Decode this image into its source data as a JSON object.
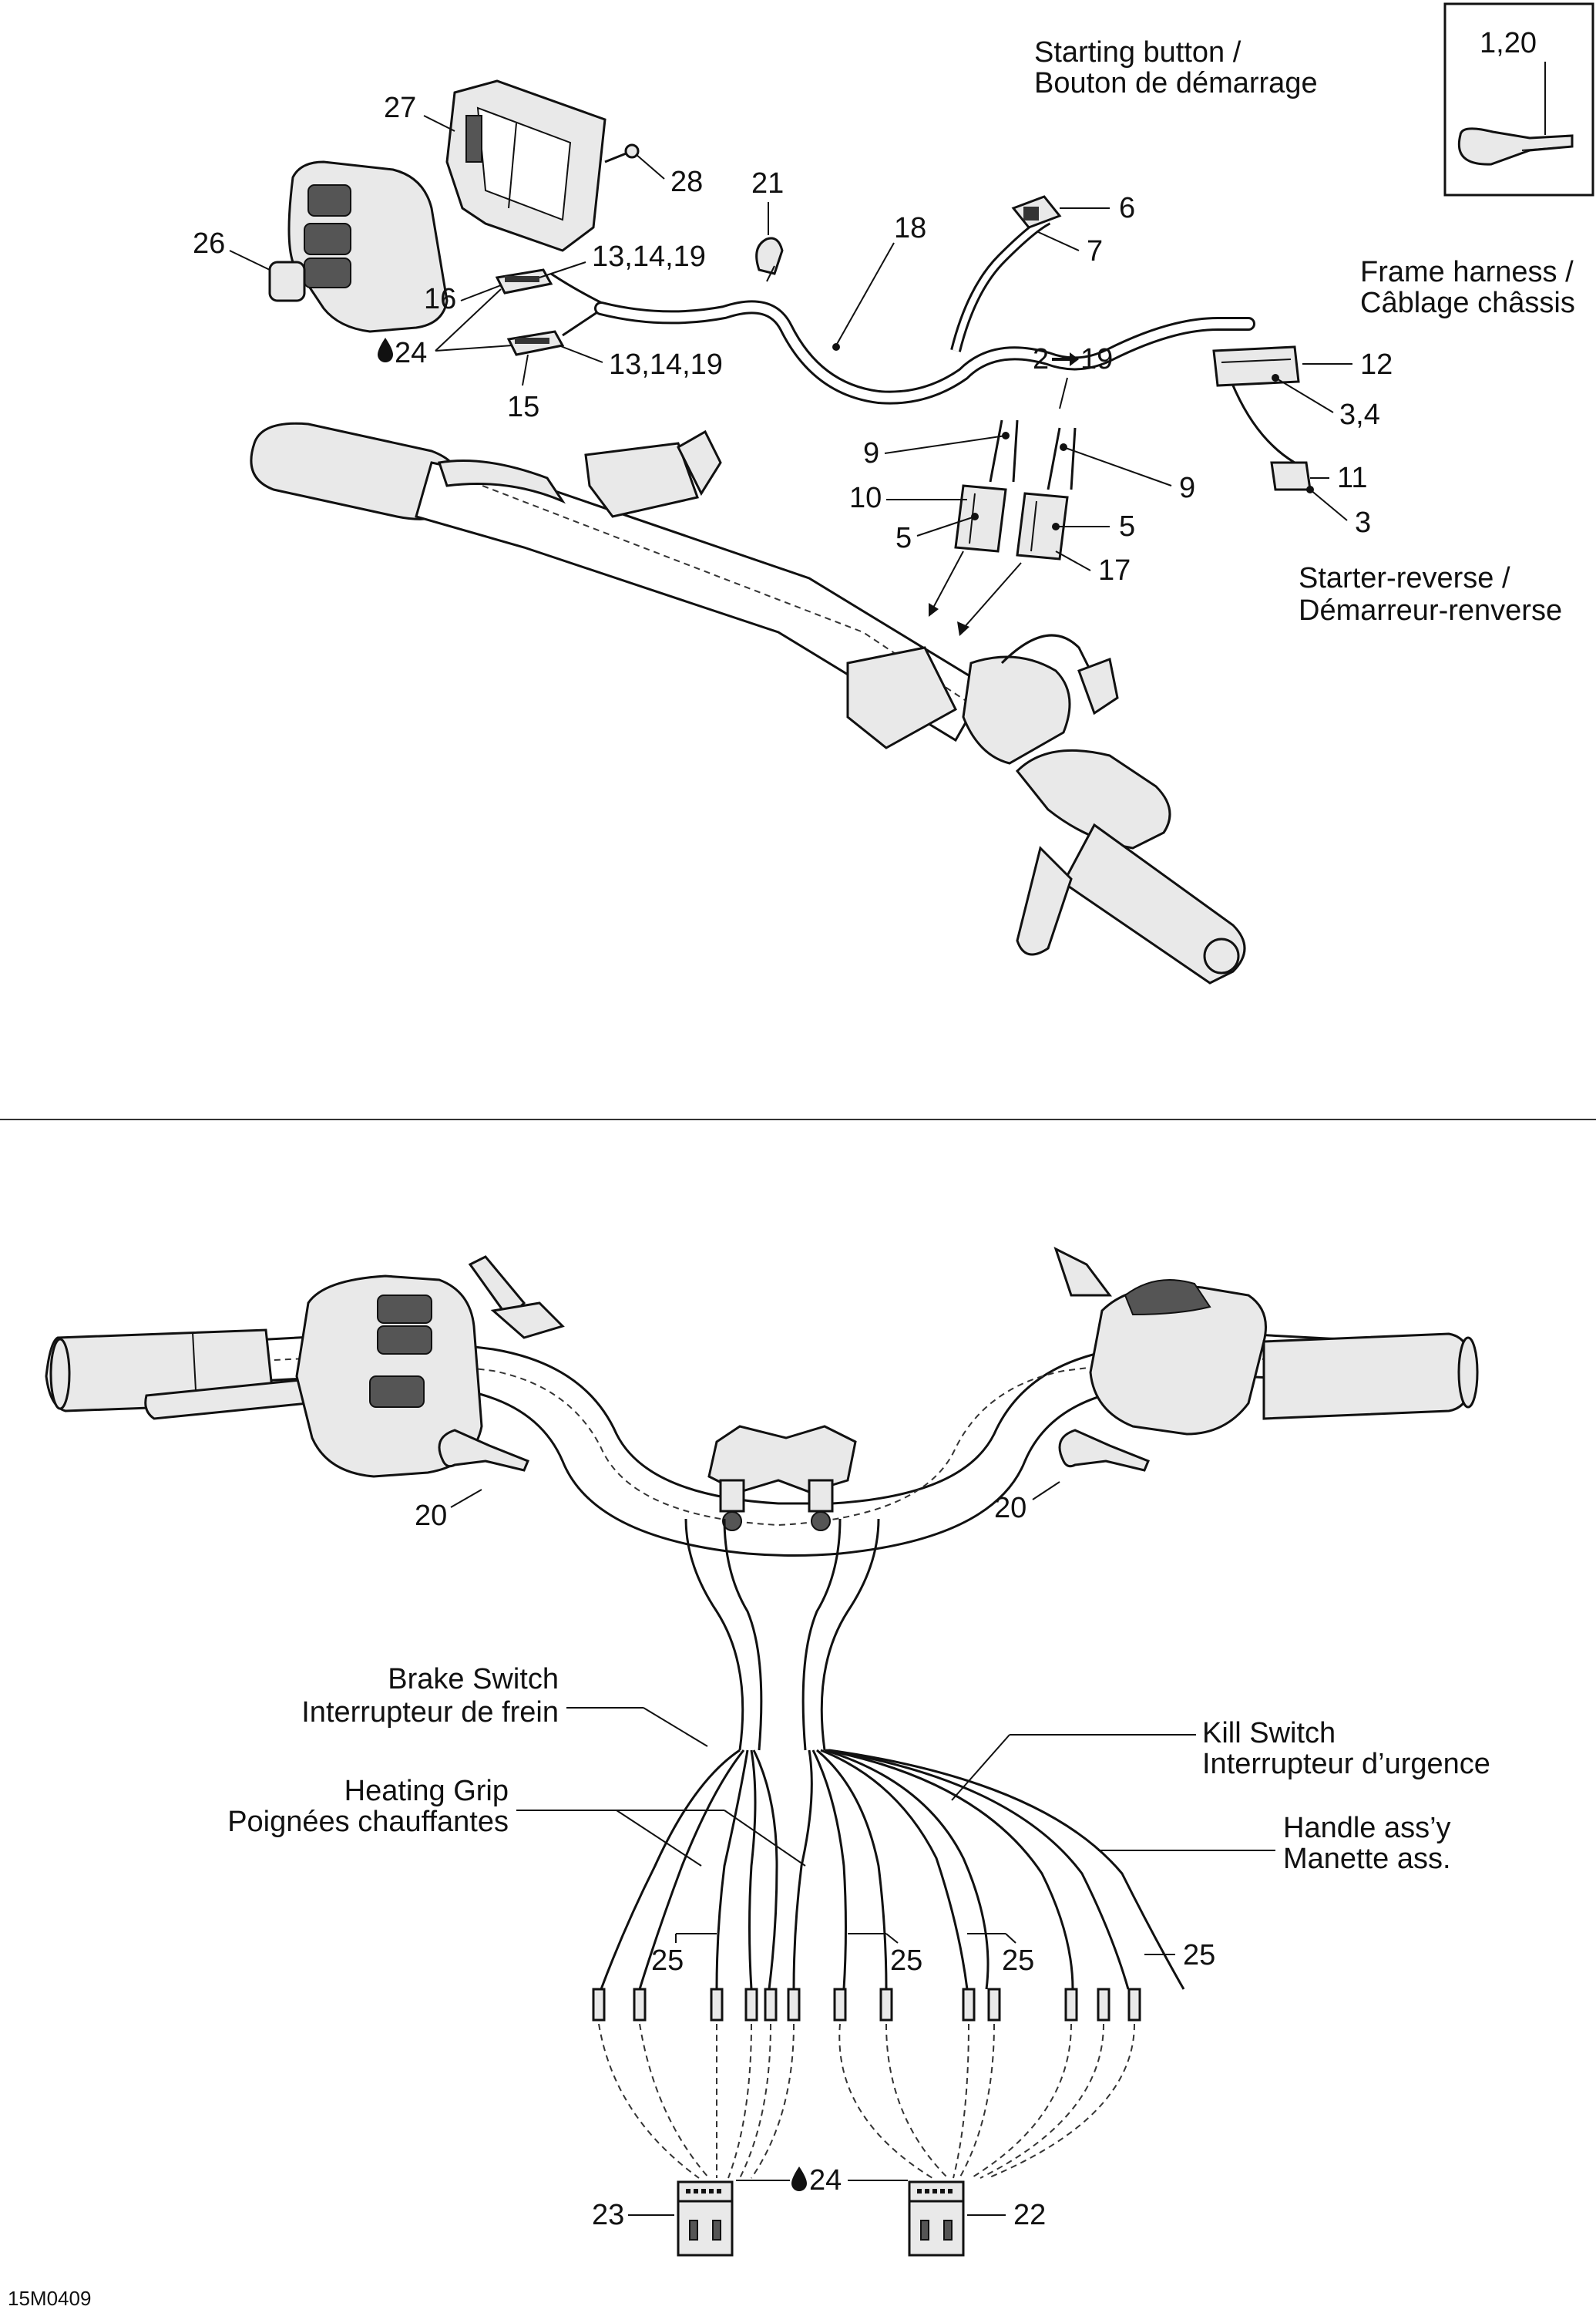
{
  "figure_code": "15M0409",
  "top_diagram": {
    "texts": {
      "starting_button_en": "Starting button /",
      "starting_button_fr": "Bouton de démarrage",
      "frame_harness_en": "Frame harness /",
      "frame_harness_fr": "Câblage châssis",
      "starter_reverse_en": "Starter-reverse /",
      "starter_reverse_fr": "Démarreur-renverse",
      "inset_ref": "1,20"
    },
    "callouts": {
      "c27": "27",
      "c28": "28",
      "c26": "26",
      "c21": "21",
      "c18": "18",
      "c6": "6",
      "c7": "7",
      "c131419a": "13,14,19",
      "c16": "16",
      "c24": "24",
      "c131419b": "13,14,19",
      "c15": "15",
      "c2to19": "2",
      "c2to19b": "19",
      "c12": "12",
      "c34": "3,4",
      "c9a": "9",
      "c9b": "9",
      "c11": "11",
      "c10": "10",
      "c5a": "5",
      "c5b": "5",
      "c3": "3",
      "c17": "17"
    }
  },
  "bottom_diagram": {
    "texts": {
      "brake_en": "Brake Switch",
      "brake_fr": "Interrupteur de frein",
      "heating_en": "Heating Grip",
      "heating_fr": "Poignées chauffantes",
      "kill_en": "Kill Switch",
      "kill_fr": "Interrupteur d’urgence",
      "handle_en": "Handle ass’y",
      "handle_fr": "Manette ass."
    },
    "callouts": {
      "c20a": "20",
      "c20b": "20",
      "c25a": "25",
      "c25b": "25",
      "c25c": "25",
      "c25d": "25",
      "c23": "23",
      "c24": "24",
      "c22": "22"
    }
  }
}
